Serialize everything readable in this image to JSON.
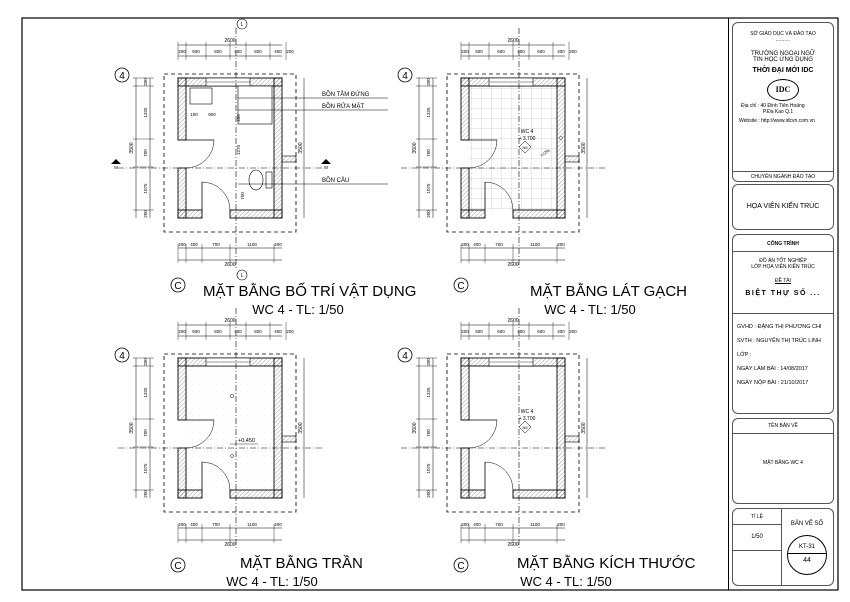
{
  "plans": [
    {
      "id": "bo-tri",
      "title": "MẶT BẰNG BỐ TRÍ VẬT DỤNG",
      "subtitle": "WC 4 - TL: 1/50",
      "labels": [
        "BỒN TẮM ĐỨNG",
        "BỒN RỬA MẶT",
        "BỒN CẦU"
      ],
      "inner_dims": [
        "100",
        "900",
        "400",
        "1270",
        "750"
      ]
    },
    {
      "id": "lat-gach",
      "title": "MẶT BẰNG LÁT GẠCH",
      "subtitle": "WC 4 - TL: 1/50",
      "room": "WC 4",
      "level": "+ 3.700",
      "tag": "N5",
      "slope": "i=2%"
    },
    {
      "id": "tran",
      "title": "MẶT BẰNG TRẦN",
      "subtitle": "WC 4 - TL: 1/50",
      "level": "+0.450"
    },
    {
      "id": "kich-thuoc",
      "title": "MẶT BẰNG KÍCH THƯỚC",
      "subtitle": "WC 4 - TL: 1/50",
      "room": "WC 4",
      "level": "+ 3.700",
      "tag": "N5"
    }
  ],
  "dims": {
    "top_total": "2600",
    "top": [
      "200",
      "500",
      "600",
      "400",
      "600",
      "400",
      "200"
    ],
    "bottom_total": "2600",
    "bottom": [
      "200",
      "400",
      "700",
      "1100",
      "200"
    ],
    "left_total": "3500",
    "left": [
      "200",
      "1325",
      "700",
      "1075",
      "200"
    ],
    "right_total": "3500"
  },
  "axes": {
    "row": "4",
    "col": "C",
    "section_l": "L",
    "section_m": "M"
  },
  "title_block": {
    "dept": "SỞ GIÁO DỤC VÀ ĐÀO TẠO",
    "dots": "..........",
    "school1": "TRƯỜNG NGOẠI NGỮ",
    "school2": "TIN HỌC ỨNG DỤNG",
    "school3": "THỜI ĐẠI MỚI IDC",
    "logo": "IDC",
    "addr1": "Địa chỉ   : 40 Đinh Tiên Hoàng",
    "addr2": "P.Đa Kao    Q.1",
    "website": "Website : http://www.idcvn.com.vn",
    "major_label": "CHUYÊN NGÀNH ĐÀO TẠO",
    "major": "HỌA VIÊN KIẾN TRÚC",
    "project_label": "CÔNG TRÌNH",
    "project1": "ĐỒ ÁN TỐT NGHIỆP",
    "project2": "LỚP HỌA VIÊN KIẾN TRÚC",
    "topic_label": "ĐỀ TÀI",
    "topic": "BIỆT THỰ SỐ ...",
    "gvhd": "GVHD  : ĐẶNG THỊ PHƯƠNG CHI",
    "svth": "SVTH   : NGUYỄN THỊ TRÚC LINH",
    "lop": "LỚP     :",
    "ngay_lam": "NGÀY LÀM BÀI   :  14/08/2017",
    "ngay_nop": "NGÀY NỘP BÀI   :  21/10/2017",
    "drawing_label": "TÊN BẢN VẼ",
    "drawing": "MẶT BẰNG WC 4",
    "scale_label": "TỈ LỆ",
    "scale": "1/50",
    "sheet_label": "BẢN VẼ SỐ",
    "sheet_code": "KT-31",
    "sheet_no": "44"
  }
}
